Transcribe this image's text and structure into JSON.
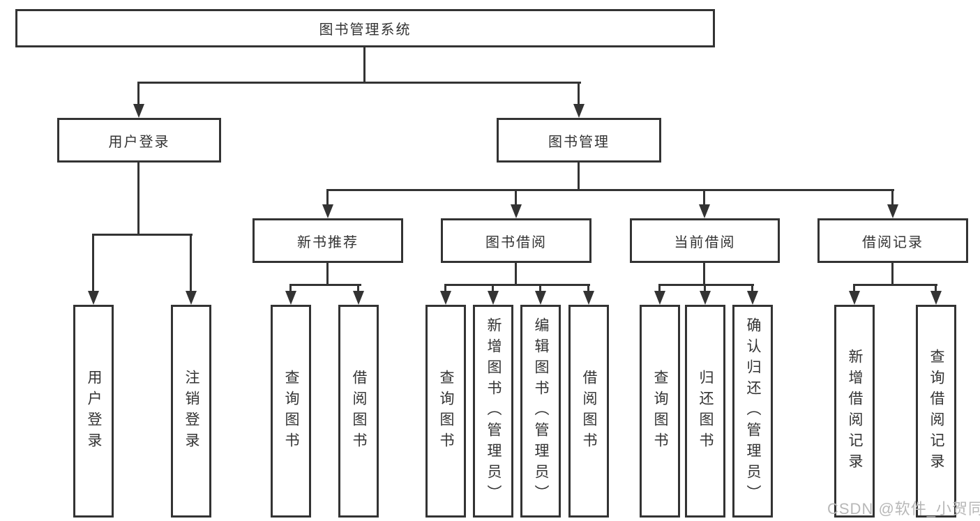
{
  "tree": {
    "label": "图书管理系统",
    "children": [
      {
        "label": "用户登录",
        "children": [
          {
            "label": "用户登录"
          },
          {
            "label": "注销登录"
          }
        ]
      },
      {
        "label": "图书管理",
        "children": [
          {
            "label": "新书推荐",
            "children": [
              {
                "label": "查询图书"
              },
              {
                "label": "借阅图书"
              }
            ]
          },
          {
            "label": "图书借阅",
            "children": [
              {
                "label": "查询图书"
              },
              {
                "label": "新增图书（管理员）"
              },
              {
                "label": "编辑图书（管理员）"
              },
              {
                "label": "借阅图书"
              }
            ]
          },
          {
            "label": "当前借阅",
            "children": [
              {
                "label": "查询图书"
              },
              {
                "label": "归还图书"
              },
              {
                "label": "确认归还（管理员）"
              }
            ]
          },
          {
            "label": "借阅记录",
            "children": [
              {
                "label": "新增借阅记录"
              },
              {
                "label": "查询借阅记录"
              }
            ]
          }
        ]
      }
    ]
  },
  "watermark": {
    "text": "CSDN @软件_小贺同学"
  },
  "colors": {
    "line": "#333333",
    "text": "#333333",
    "watermark_text": "#b8b8b8",
    "background": "#ffffff"
  }
}
